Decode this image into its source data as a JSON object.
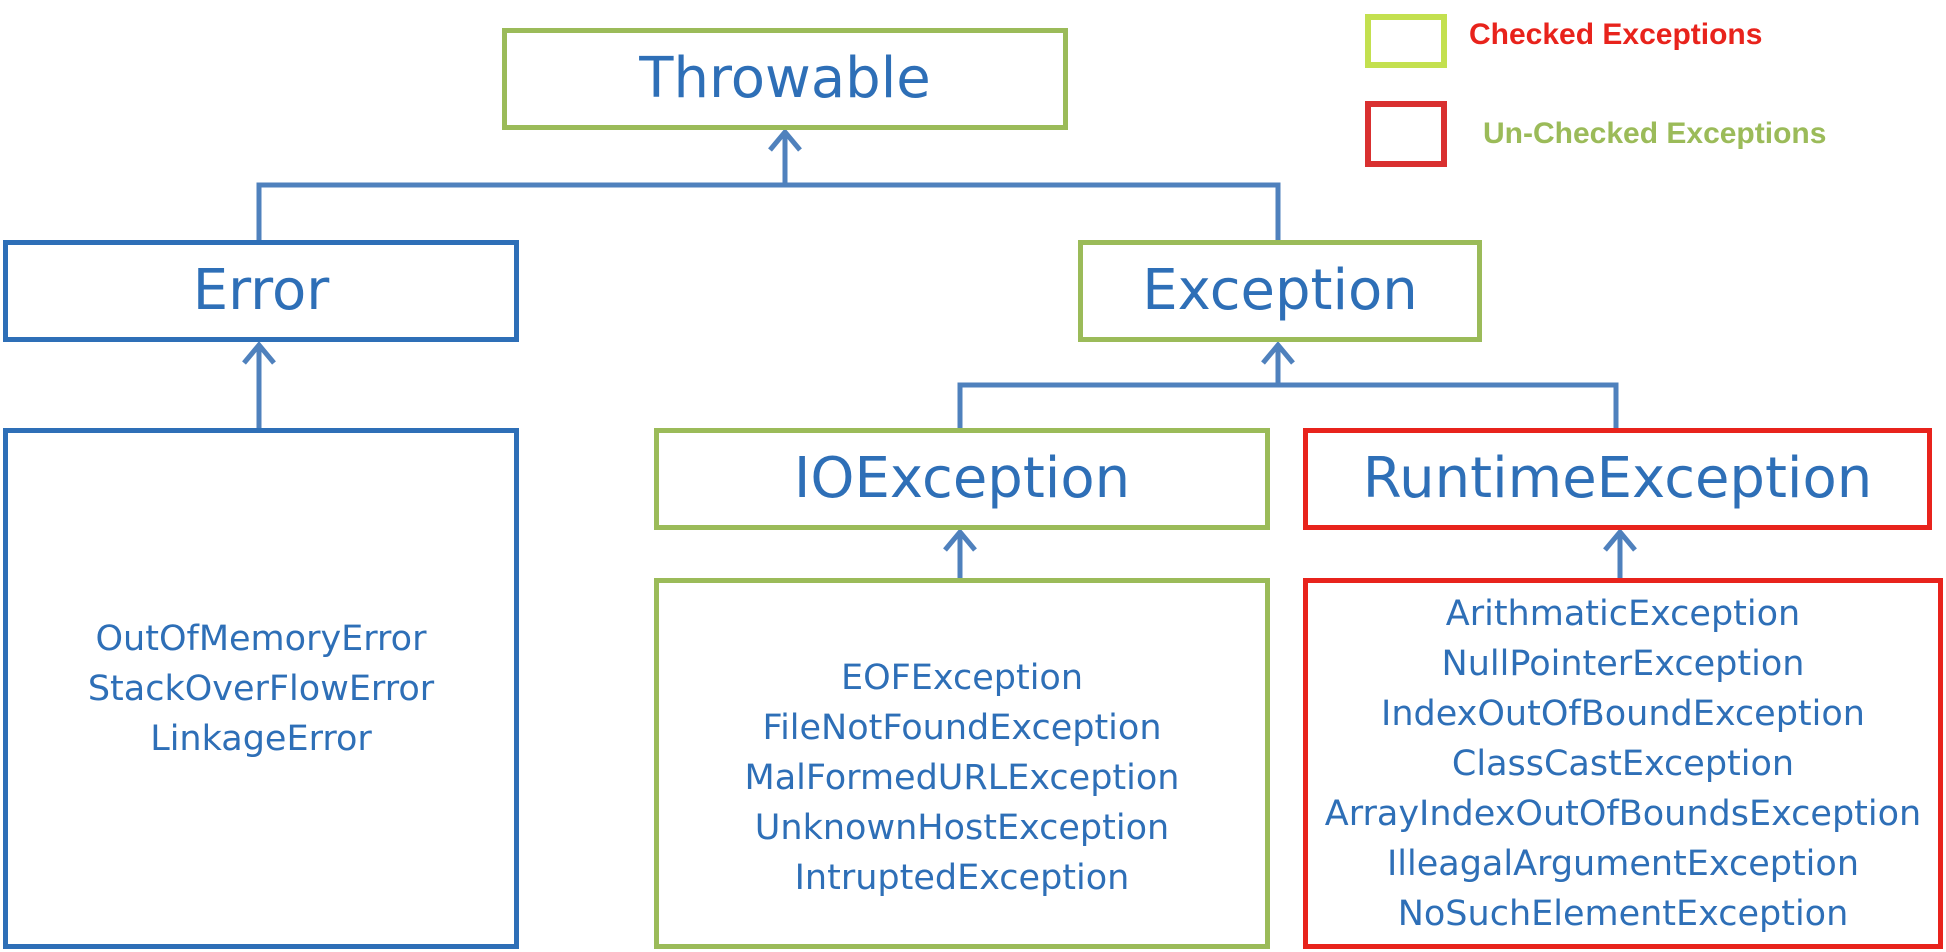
{
  "colors": {
    "checked_border": "#9bbb59",
    "unchecked_border": "#e8231c",
    "neutral_border": "#2e6fb7",
    "text": "#2e6fb7",
    "connector": "#4f81bd",
    "legend_checked_text": "#e8231c",
    "legend_unchecked_text": "#9bbb59"
  },
  "legend": {
    "checked_label": "Checked Exceptions",
    "unchecked_label": "Un-Checked Exceptions"
  },
  "nodes": {
    "throwable": "Throwable",
    "error": "Error",
    "exception": "Exception",
    "ioexception": "IOException",
    "runtimeexception": "RuntimeException"
  },
  "lists": {
    "errors": [
      "OutOfMemoryError",
      "StackOverFlowError",
      "LinkageError"
    ],
    "io_exceptions": [
      "EOFException",
      "FileNotFoundException",
      "MalFormedURLException",
      "UnknownHostException",
      "IntruptedException"
    ],
    "runtime_exceptions": [
      "ArithmaticException",
      "NullPointerException",
      "IndexOutOfBoundException",
      "ClassCastException",
      "ArrayIndexOutOfBoundsException",
      "IlleagalArgumentException",
      "NoSuchElementException"
    ]
  }
}
